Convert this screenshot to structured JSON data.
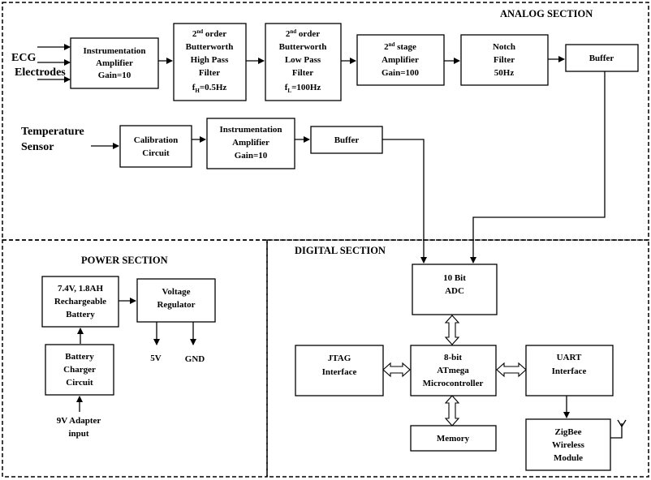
{
  "sections": {
    "analog": "ANALOG SECTION",
    "digital": "DIGITAL SECTION",
    "power": "POWER SECTION"
  },
  "inputs": {
    "ecg_line1": "ECG",
    "ecg_line2": "Electrodes",
    "temp_line1": "Temperature",
    "temp_line2": "Sensor"
  },
  "blocks": {
    "inst_amp": [
      "Instrumentation",
      "Amplifier",
      "Gain=10"
    ],
    "hpf": {
      "line1": "2",
      "line1_sup": "nd",
      "line1_rest": " order",
      "line2": "Butterworth",
      "line3": "High Pass",
      "line4": "Filter",
      "line5": "f",
      "line5_sub": "H",
      "line5_rest": "=0.5Hz"
    },
    "lpf": {
      "line1": "2",
      "line1_sup": "nd",
      "line1_rest": " order",
      "line2": "Butterworth",
      "line3": "Low Pass",
      "line4": "Filter",
      "line5": "f",
      "line5_sub": "L",
      "line5_rest": "=100Hz"
    },
    "stage2": {
      "line1": "2",
      "line1_sup": "nd",
      "line1_rest": " stage",
      "line2": "Amplifier",
      "line3": "Gain=100"
    },
    "notch": [
      "Notch",
      "Filter",
      "50Hz"
    ],
    "buffer1": "Buffer",
    "calib": [
      "Calibration",
      "Circuit"
    ],
    "inst_amp2": [
      "Instrumentation",
      "Amplifier",
      "Gain=10"
    ],
    "buffer2": "Buffer",
    "adc": [
      "10 Bit",
      "ADC"
    ],
    "mcu": [
      "8-bit",
      "ATmega",
      "Microcontroller"
    ],
    "jtag": [
      "JTAG",
      "Interface"
    ],
    "uart": [
      "UART",
      "Interface"
    ],
    "memory": "Memory",
    "zigbee": [
      "ZigBee",
      "Wireless",
      "Module"
    ],
    "battery": [
      "7.4V, 1.8AH",
      "Rechargeable",
      "Battery"
    ],
    "regulator": [
      "Voltage",
      "Regulator"
    ],
    "charger": [
      "Battery",
      "Charger",
      "Circuit"
    ]
  },
  "power_outputs": {
    "v5": "5V",
    "gnd": "GND"
  },
  "adapter": [
    "9V Adapter",
    "input"
  ]
}
